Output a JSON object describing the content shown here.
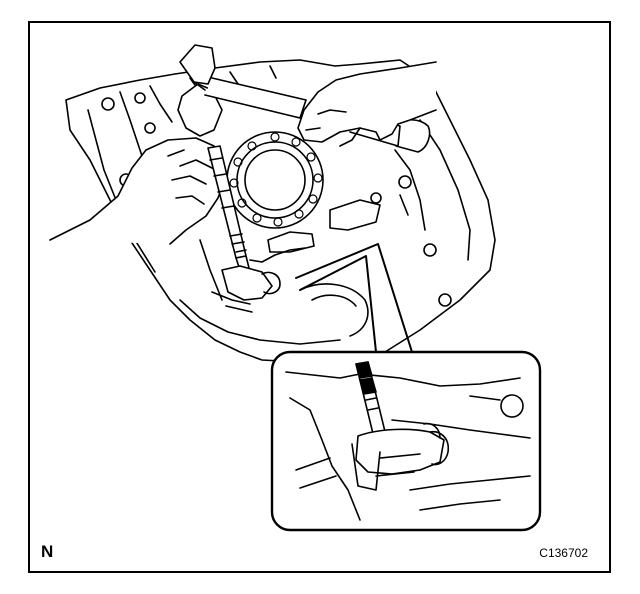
{
  "corner_mark": "N",
  "figure_code": "C136702",
  "colors": {
    "line": "#000000",
    "background": "#ffffff"
  },
  "icons": {
    "hammer": "hammer-icon",
    "punch": "pin-punch-icon",
    "hand": "hand-icon",
    "bearing": "bearing-icon",
    "detail": "detail-inset"
  }
}
